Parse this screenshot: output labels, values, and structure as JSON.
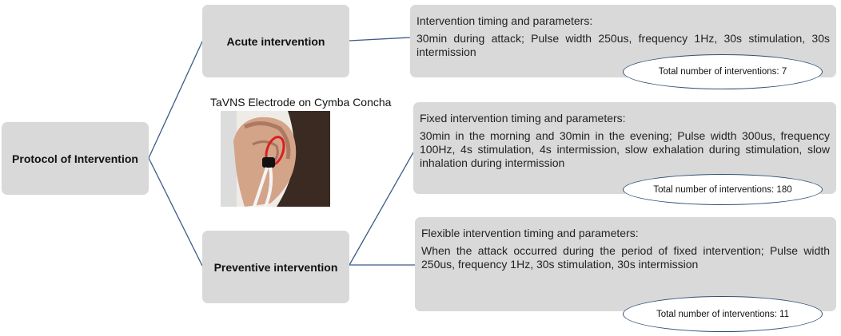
{
  "root": {
    "label": "Protocol of Intervention"
  },
  "branches": [
    {
      "label": "Acute intervention"
    },
    {
      "label": "Preventive intervention"
    }
  ],
  "electrode_caption": "TaVNS Electrode on Cymba Concha",
  "details": [
    {
      "heading": "Intervention timing and parameters:",
      "body": "30min during attack; Pulse width 250us, frequency 1Hz, 30s stimulation, 30s intermission",
      "total": "Total number of interventions: 7"
    },
    {
      "heading": "Fixed intervention timing and parameters:",
      "body": "30min in the morning and 30min in the evening; Pulse width 300us, frequency 100Hz, 4s stimulation, 4s intermission, slow exhalation during stimulation, slow inhalation during intermission",
      "total": "Total number of interventions: 180"
    },
    {
      "heading": "Flexible intervention timing and parameters:",
      "body": "When the attack occurred during the period of fixed intervention; Pulse width 250us, frequency 1Hz, 30s stimulation, 30s intermission",
      "total": "Total number of interventions: 11"
    }
  ],
  "colors": {
    "box_fill": "#d9d9d9",
    "connector": "#3b5b86",
    "highlight_ring": "#d62020"
  }
}
